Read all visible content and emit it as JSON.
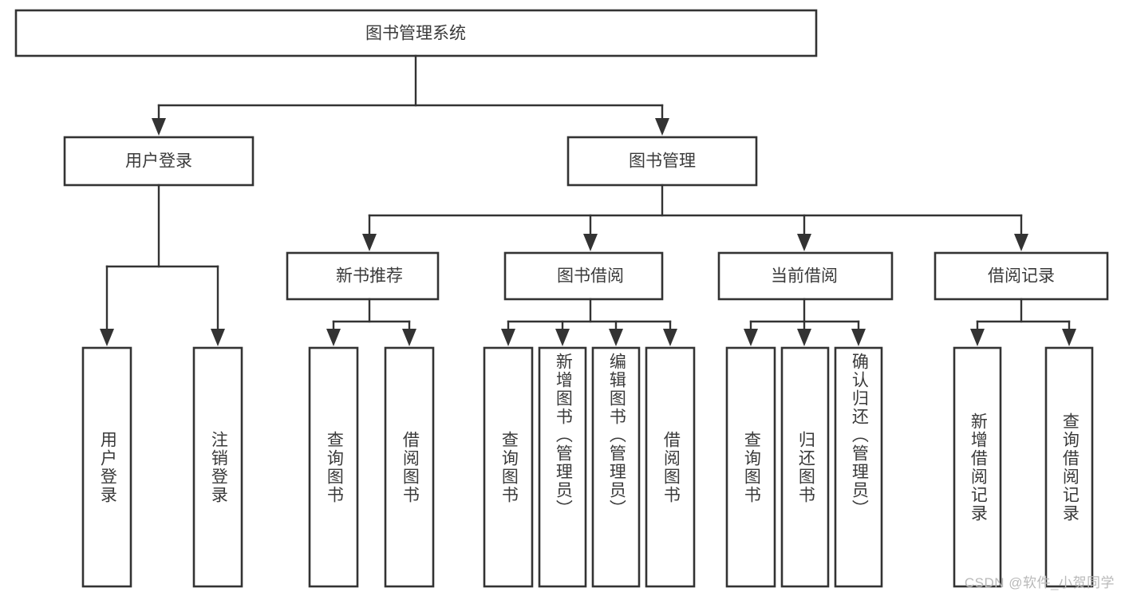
{
  "diagram": {
    "title": "图书管理系统",
    "watermark": "CSDN @软件_小贺同学",
    "root": {
      "id": "root",
      "label": "图书管理系统",
      "orientation": "horizontal"
    },
    "level2": [
      {
        "id": "user-login",
        "label": "用户登录",
        "orientation": "horizontal"
      },
      {
        "id": "book-manage",
        "label": "图书管理",
        "orientation": "horizontal"
      }
    ],
    "level3": [
      {
        "id": "new-book-recommend",
        "label": "新书推荐",
        "orientation": "horizontal",
        "parent": "book-manage"
      },
      {
        "id": "book-borrow",
        "label": "图书借阅",
        "orientation": "horizontal",
        "parent": "book-manage"
      },
      {
        "id": "current-borrow",
        "label": "当前借阅",
        "orientation": "horizontal",
        "parent": "book-manage"
      },
      {
        "id": "borrow-record",
        "label": "借阅记录",
        "orientation": "horizontal",
        "parent": "book-manage"
      }
    ],
    "leaves": [
      {
        "id": "leaf-user-login",
        "label": "用户登录",
        "orientation": "vertical",
        "parent": "user-login"
      },
      {
        "id": "leaf-user-logout",
        "label": "注销登录",
        "orientation": "vertical",
        "parent": "user-login"
      },
      {
        "id": "leaf-query-book-1",
        "label": "查询图书",
        "orientation": "vertical",
        "parent": "new-book-recommend"
      },
      {
        "id": "leaf-borrow-book-1",
        "label": "借阅图书",
        "orientation": "vertical",
        "parent": "new-book-recommend"
      },
      {
        "id": "leaf-query-book-2",
        "label": "查询图书",
        "orientation": "vertical",
        "parent": "book-borrow"
      },
      {
        "id": "leaf-add-book",
        "label": "新增图书（管理员）",
        "orientation": "vertical",
        "parent": "book-borrow"
      },
      {
        "id": "leaf-edit-book",
        "label": "编辑图书（管理员）",
        "orientation": "vertical",
        "parent": "book-borrow"
      },
      {
        "id": "leaf-borrow-book-2",
        "label": "借阅图书",
        "orientation": "vertical",
        "parent": "book-borrow"
      },
      {
        "id": "leaf-query-book-3",
        "label": "查询图书",
        "orientation": "vertical",
        "parent": "current-borrow"
      },
      {
        "id": "leaf-return-book",
        "label": "归还图书",
        "orientation": "vertical",
        "parent": "current-borrow"
      },
      {
        "id": "leaf-confirm-return",
        "label": "确认归还（管理员）",
        "orientation": "vertical",
        "parent": "current-borrow"
      },
      {
        "id": "leaf-add-record",
        "label": "新增借阅记录",
        "orientation": "vertical",
        "parent": "borrow-record"
      },
      {
        "id": "leaf-query-record",
        "label": "查询借阅记录",
        "orientation": "vertical",
        "parent": "borrow-record"
      }
    ],
    "colors": {
      "stroke": "#333333",
      "fill": "#ffffff",
      "text": "#3a3a3a",
      "watermark": "#b9b9b9",
      "background": "#ffffff"
    }
  }
}
